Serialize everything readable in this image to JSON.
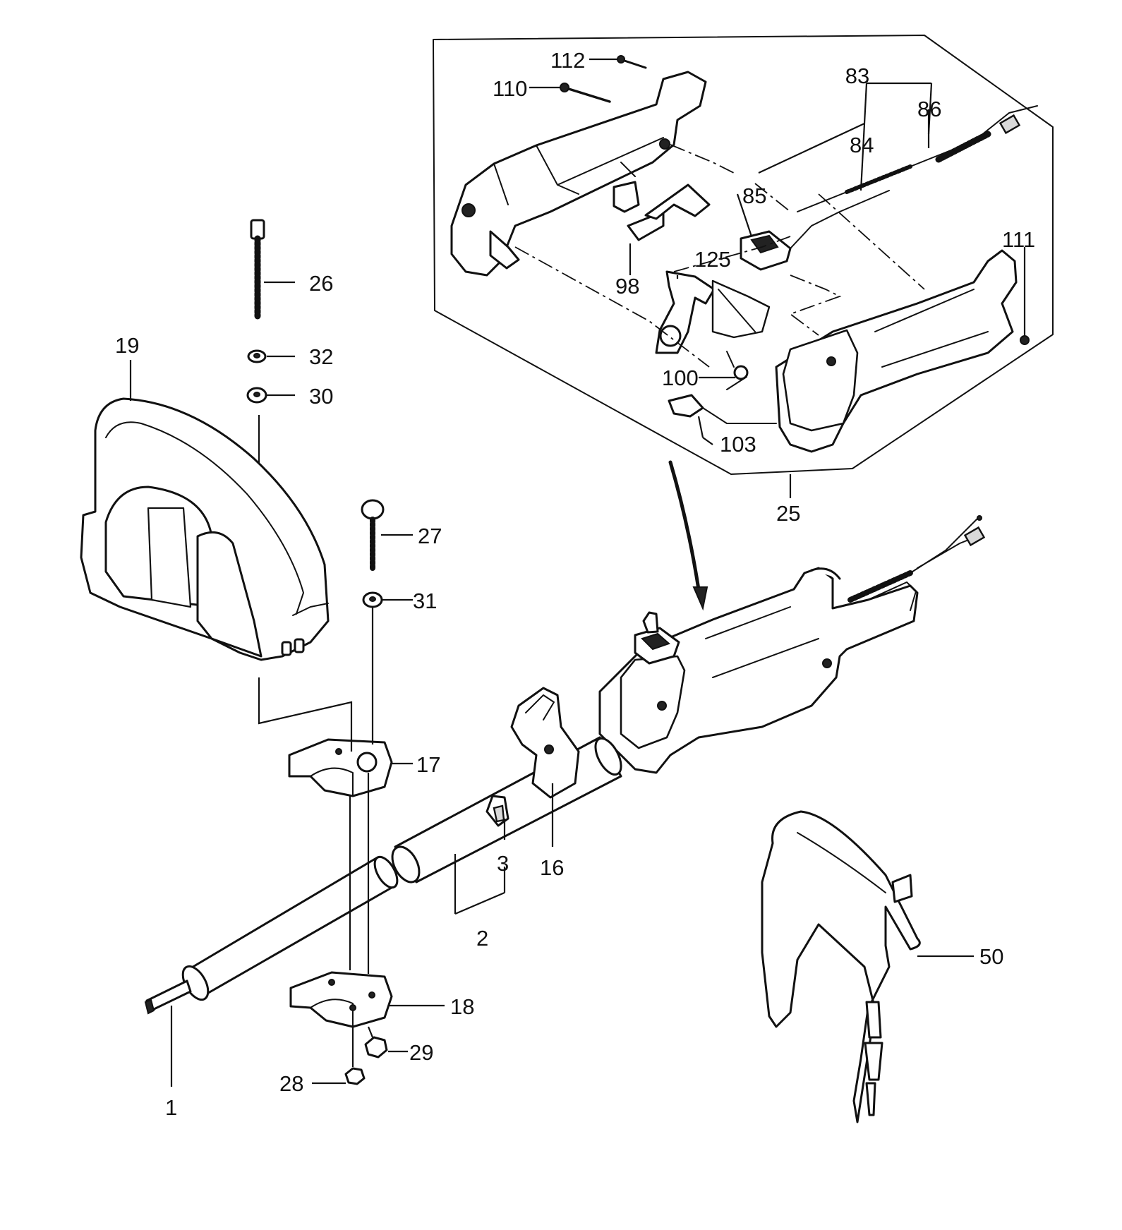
{
  "diagram": {
    "parts": [
      {
        "id": "p1",
        "label": "1"
      },
      {
        "id": "p2",
        "label": "2"
      },
      {
        "id": "p3",
        "label": "3"
      },
      {
        "id": "p16",
        "label": "16"
      },
      {
        "id": "p17",
        "label": "17"
      },
      {
        "id": "p18",
        "label": "18"
      },
      {
        "id": "p19",
        "label": "19"
      },
      {
        "id": "p25",
        "label": "25"
      },
      {
        "id": "p26",
        "label": "26"
      },
      {
        "id": "p27",
        "label": "27"
      },
      {
        "id": "p28",
        "label": "28"
      },
      {
        "id": "p29",
        "label": "29"
      },
      {
        "id": "p30",
        "label": "30"
      },
      {
        "id": "p31",
        "label": "31"
      },
      {
        "id": "p32",
        "label": "32"
      },
      {
        "id": "p50",
        "label": "50"
      },
      {
        "id": "p83",
        "label": "83"
      },
      {
        "id": "p84",
        "label": "84"
      },
      {
        "id": "p85",
        "label": "85"
      },
      {
        "id": "p86",
        "label": "86"
      },
      {
        "id": "p98",
        "label": "98"
      },
      {
        "id": "p100",
        "label": "100"
      },
      {
        "id": "p103",
        "label": "103"
      },
      {
        "id": "p110",
        "label": "110"
      },
      {
        "id": "p111",
        "label": "111"
      },
      {
        "id": "p112",
        "label": "112"
      },
      {
        "id": "p125",
        "label": "125"
      }
    ]
  }
}
